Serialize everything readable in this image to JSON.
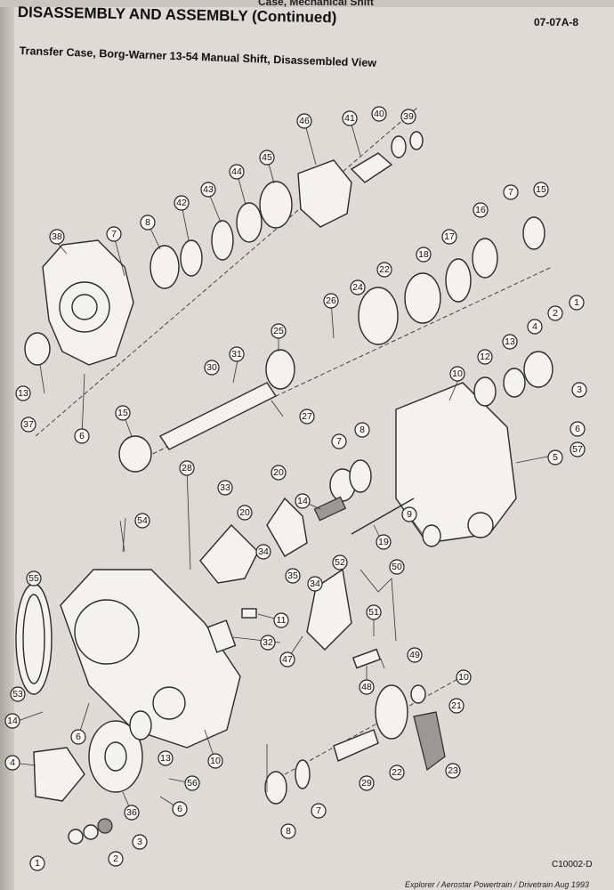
{
  "header": {
    "title": "DISASSEMBLY AND ASSEMBLY (Continued)",
    "top_fragment": "Case, Mechanical Shift",
    "page_code": "07-07A-8"
  },
  "figure": {
    "caption": "Transfer Case, Borg-Warner 13-54 Manual Shift, Disassembled View",
    "id": "C10002-D"
  },
  "footer": {
    "text": "Explorer / Aerostar Powertrain / Drivetrain Aug 1993"
  },
  "callouts": [
    "1",
    "2",
    "3",
    "4",
    "5",
    "6",
    "7",
    "8",
    "9",
    "10",
    "11",
    "12",
    "13",
    "14",
    "15",
    "16",
    "17",
    "18",
    "19",
    "20",
    "21",
    "22",
    "23",
    "24",
    "25",
    "26",
    "27",
    "28",
    "29",
    "30",
    "31",
    "32",
    "33",
    "34",
    "35",
    "36",
    "37",
    "38",
    "39",
    "40",
    "41",
    "42",
    "43",
    "44",
    "45",
    "46",
    "47",
    "48",
    "49",
    "50",
    "51",
    "52",
    "53",
    "54",
    "55",
    "56",
    "57"
  ]
}
